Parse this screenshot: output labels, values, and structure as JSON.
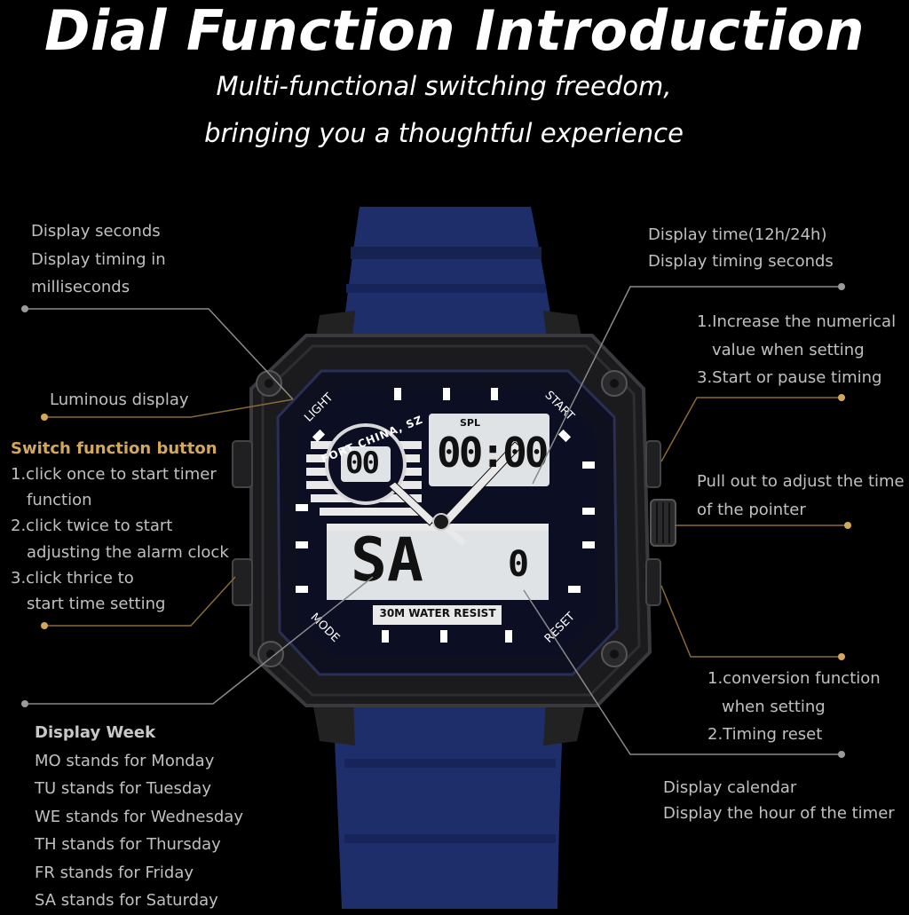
{
  "header": {
    "title": "Dial Function Introduction",
    "subtitle_line1": "Multi-functional switching freedom,",
    "subtitle_line2": "bringing you a thoughtful experience"
  },
  "left": {
    "seconds": [
      "Display seconds",
      "Display timing in",
      "milliseconds"
    ],
    "luminous": "Luminous display",
    "switch_title": "Switch function button",
    "switch_items": [
      "1.click once to start timer",
      "function",
      "2.click twice to start",
      "adjusting the alarm clock",
      "3.click thrice to",
      "start time setting"
    ],
    "week_title": "Display Week",
    "week_items": [
      "MO stands for Monday",
      "TU stands for Tuesday",
      "WE stands for Wednesday",
      "TH stands for Thursday",
      "FR stands for Friday",
      "SA stands for Saturday"
    ]
  },
  "right": {
    "time": [
      "Display time(12h/24h)",
      "Display timing seconds"
    ],
    "start": [
      "1.Increase the numerical",
      "value when setting",
      "3.Start or pause timing"
    ],
    "crown": [
      "Pull out to adjust the time",
      "of the pointer"
    ],
    "reset": [
      "1.conversion function",
      "when setting",
      "2.Timing reset"
    ],
    "calendar": [
      "Display calendar",
      "Display the hour of the timer"
    ]
  },
  "watch": {
    "light_label": "LIGHT",
    "start_label": "START",
    "mode_label": "MODE",
    "reset_label": "RESET",
    "brand": "FORT CHINA, SZ",
    "spl_label": "SPL",
    "top_digits": "00:00",
    "small_digits": "00",
    "week_digits": "SA",
    "date_digit": "0",
    "water_resist": "30M WATER RESIST"
  },
  "colors": {
    "strap": "#1e2e6b",
    "case": "#1b1b1d",
    "accent": "#d4a85a",
    "line": "#8a8a8a",
    "lcd": "#dfe3e6"
  }
}
